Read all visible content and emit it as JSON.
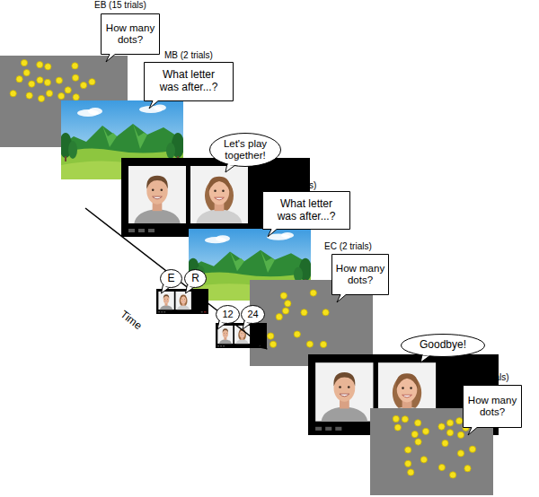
{
  "diagram": {
    "nodes": [
      {
        "text": [
          "How many dots?"
        ]
      },
      {
        "text": [
          "What letter was after...?"
        ]
      },
      {
        "text": [
          "Let's play together!"
        ]
      },
      {
        "text": [
          "What letter was after...?"
        ]
      },
      {
        "text": [
          "E"
        ]
      },
      {
        "text": [
          "R"
        ]
      },
      {
        "text": [
          "How many dots?"
        ]
      },
      {
        "text": [
          "12"
        ]
      },
      {
        "text": [
          "24"
        ]
      },
      {
        "text": [
          "Goodbye!"
        ]
      },
      {
        "text": [
          "How many dots?"
        ]
      }
    ],
    "labels": [
      "EB (15 trials)",
      "MB (2 trials)",
      "MC (2 trials)",
      "EC (2 trials)",
      "EP (15 trials)",
      "Time"
    ]
  }
}
